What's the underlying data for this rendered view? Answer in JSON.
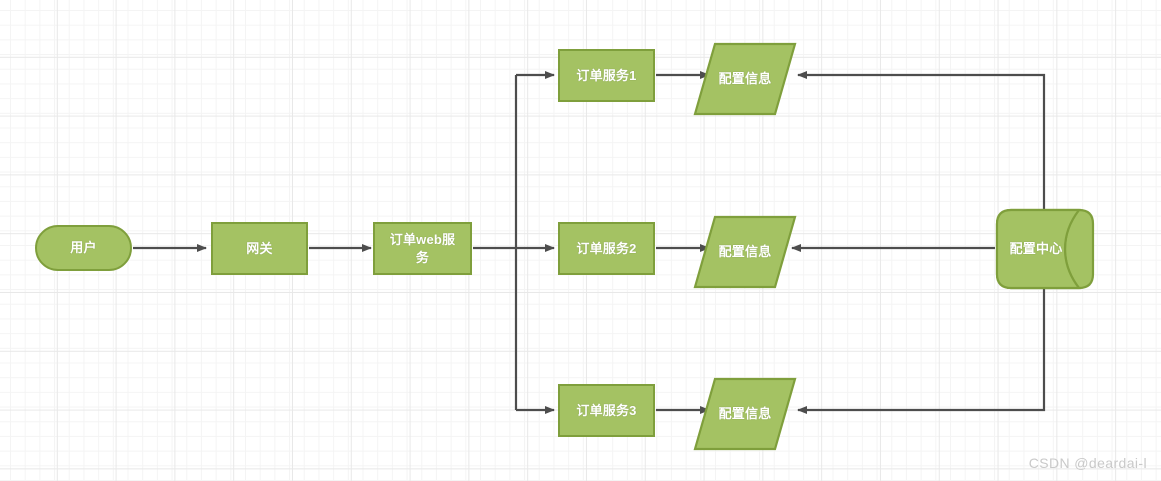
{
  "diagram": {
    "type": "flowchart",
    "title": "",
    "colors": {
      "node_fill": "#a4c263",
      "node_stroke": "#7f9f3c",
      "node_text": "#ffffff",
      "edge_stroke": "#4d4d4d",
      "grid_minor": "#f4f4f4",
      "grid_major": "#e8e8e8",
      "background": "#ffffff",
      "watermark_text": "#c9c9c9"
    },
    "nodes": [
      {
        "id": "user",
        "label": "用户",
        "shape": "pill"
      },
      {
        "id": "gateway",
        "label": "网关",
        "shape": "rect"
      },
      {
        "id": "orderweb",
        "label": "订单web服务",
        "shape": "rect"
      },
      {
        "id": "order1",
        "label": "订单服务1",
        "shape": "rect"
      },
      {
        "id": "order2",
        "label": "订单服务2",
        "shape": "rect"
      },
      {
        "id": "order3",
        "label": "订单服务3",
        "shape": "rect"
      },
      {
        "id": "config1",
        "label": "配置信息",
        "shape": "parallelogram"
      },
      {
        "id": "config2",
        "label": "配置信息",
        "shape": "parallelogram"
      },
      {
        "id": "config3",
        "label": "配置信息",
        "shape": "parallelogram"
      },
      {
        "id": "center",
        "label": "配置中心",
        "shape": "tape"
      }
    ],
    "edges": [
      {
        "from": "user",
        "to": "gateway",
        "direction": "right"
      },
      {
        "from": "gateway",
        "to": "orderweb",
        "direction": "right"
      },
      {
        "from": "orderweb",
        "to": "order1",
        "direction": "right"
      },
      {
        "from": "orderweb",
        "to": "order2",
        "direction": "right"
      },
      {
        "from": "orderweb",
        "to": "order3",
        "direction": "right"
      },
      {
        "from": "order1",
        "to": "config1",
        "direction": "right"
      },
      {
        "from": "order2",
        "to": "config2",
        "direction": "right"
      },
      {
        "from": "order3",
        "to": "config3",
        "direction": "right"
      },
      {
        "from": "center",
        "to": "config1",
        "direction": "left"
      },
      {
        "from": "center",
        "to": "config2",
        "direction": "left"
      },
      {
        "from": "center",
        "to": "config3",
        "direction": "left"
      }
    ]
  },
  "watermark": {
    "text": "CSDN @deardai-l"
  }
}
